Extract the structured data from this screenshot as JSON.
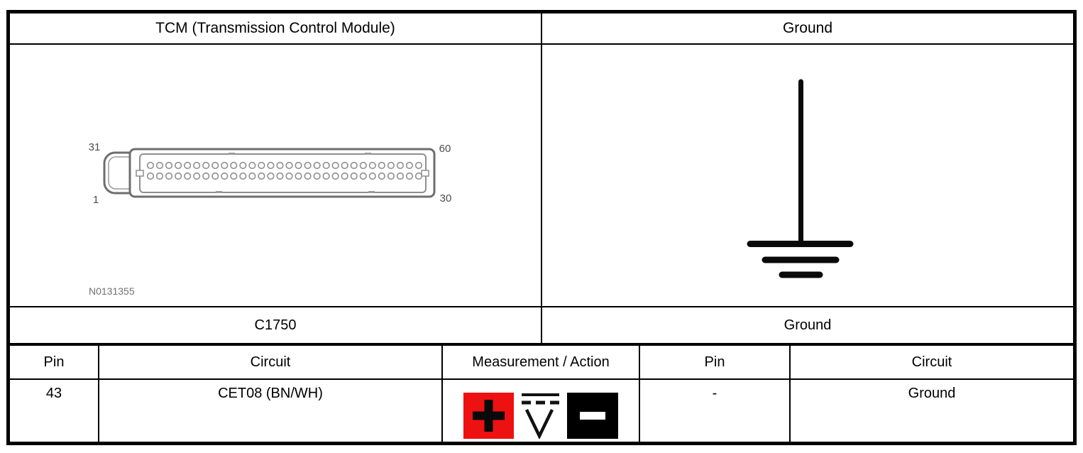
{
  "document": {
    "left_panel": {
      "title": "TCM (Transmission Control Module)",
      "connector_name": "C1750",
      "connector_diagram": {
        "figure_id": "N0131355",
        "pin_label_top_left": "31",
        "pin_label_top_right": "60",
        "pin_label_bottom_left": "1",
        "pin_label_bottom_right": "30",
        "pins_per_row": 30
      }
    },
    "right_panel": {
      "title": "Ground",
      "caption": "Ground"
    },
    "pin_table": {
      "columns": [
        "Pin",
        "Circuit",
        "Measurement / Action",
        "Pin",
        "Circuit"
      ],
      "rows": [
        {
          "pin": "43",
          "circuit": "CET08 (BN/WH)",
          "measurement_icons": [
            "positive-probe-icon",
            "dc-voltage-meter-icon",
            "negative-probe-icon"
          ],
          "pin_2": "-",
          "circuit_2": "Ground"
        }
      ]
    },
    "colors": {
      "positive_probe_red": "#EE1111",
      "negative_probe_black": "#000000",
      "diagram_gray": "#6e6e6e"
    }
  }
}
